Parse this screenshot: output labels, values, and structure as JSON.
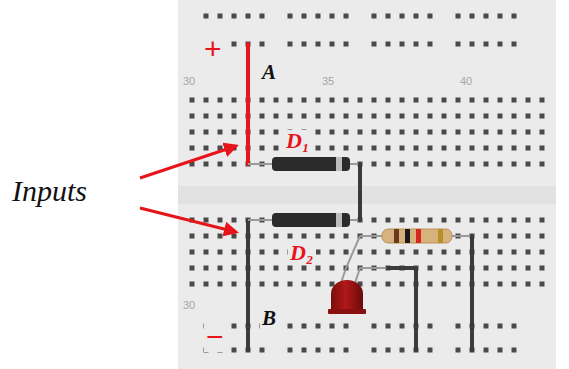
{
  "diagram": {
    "labels": [
      "+",
      "A",
      "Inputs",
      "D₁",
      "D₂",
      "B",
      "−",
      "30",
      "35",
      "40",
      "30"
    ]
  }
}
